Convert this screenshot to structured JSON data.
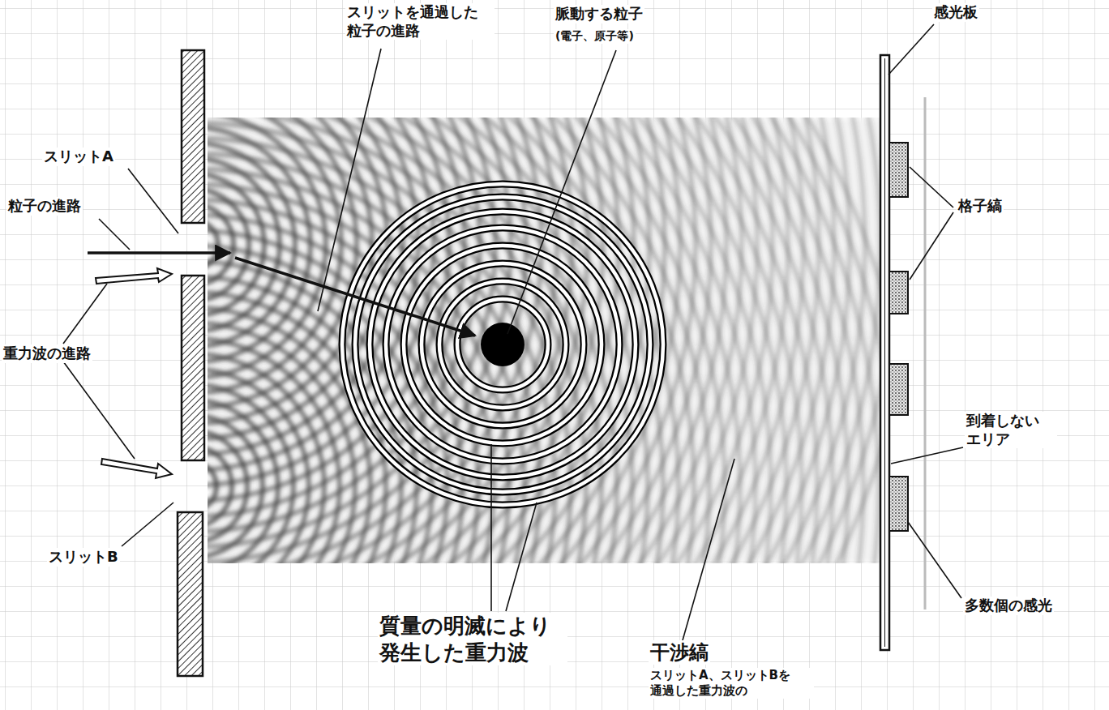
{
  "diagram": {
    "labels": [
      "スリットを通過した 粒子の進路",
      "脈動する粒子",
      "(電子、原子等)",
      "感光板",
      "スリットA",
      "粒子の進路",
      "重力波の進路",
      "格子縞",
      "到着しない エリア",
      "スリットB",
      "多数個の感光",
      "質量の明滅により 発生した重力波",
      "干渉縞",
      "スリットA、スリットBを 通過した重力波の"
    ]
  }
}
